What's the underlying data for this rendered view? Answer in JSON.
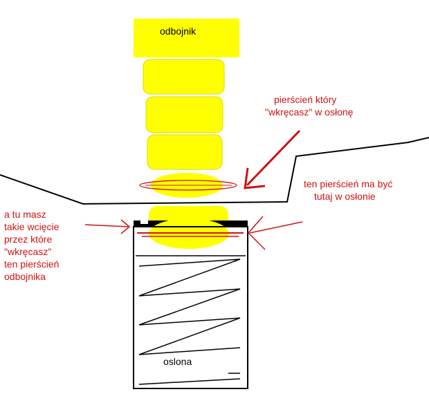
{
  "labels": {
    "top_block": "odbojnik",
    "cover": "oslona",
    "callout_ring_screwed": [
      "pierścień który",
      "\"wkręcasz\" w osłonę"
    ],
    "callout_ring_here": [
      "ten pierścień ma być",
      "tutaj w osłonie"
    ],
    "callout_cutout": [
      "a tu masz",
      "takie wcięcie",
      "przez które",
      "\"wkręcasz\"",
      "ten pierścień",
      "odbojnika"
    ]
  },
  "colors": {
    "bumper_fill": "#ffff00",
    "bumper_stroke": "#d8d800",
    "annotation_red": "#d01010",
    "outline": "#000000"
  }
}
